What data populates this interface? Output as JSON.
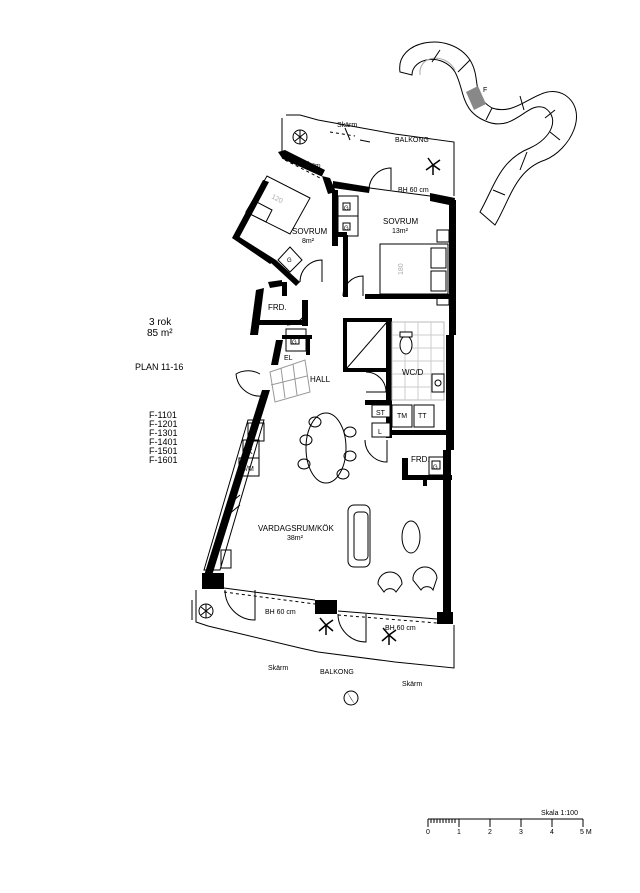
{
  "info": {
    "rooms": "3 rok",
    "area": "85 m²",
    "plan": "PLAN 11-16",
    "apartments": [
      "F-1101",
      "F-1201",
      "F-1301",
      "F-1401",
      "F-1501",
      "F-1601"
    ]
  },
  "rooms": {
    "sovrum_small": {
      "name": "SOVRUM",
      "area": "8m²"
    },
    "sovrum_large": {
      "name": "SOVRUM",
      "area": "13m²"
    },
    "wc": "WC/D",
    "hall": "HALL",
    "frd_top": "FRD.",
    "frd_bottom": "FRD.",
    "living": {
      "name": "VARDAGSRUM/KÖK",
      "area": "38m²"
    },
    "el": "EL"
  },
  "balcony": {
    "top_label": "BALKONG",
    "bottom_label": "BALKONG",
    "skarm": "Skärm",
    "bh_window": "BH 60 cm"
  },
  "fixtures": {
    "g": "G",
    "f": "F",
    "k": "K",
    "um": "U/M",
    "st": "ST",
    "l": "L",
    "tm": "TM",
    "tt": "TT",
    "bed_small": "120",
    "bed_large": "180"
  },
  "keyplan": {
    "marker": "F"
  },
  "scale": {
    "title": "Skala 1:100",
    "ticks": [
      "0",
      "1",
      "2",
      "3",
      "4",
      "5 M"
    ]
  }
}
